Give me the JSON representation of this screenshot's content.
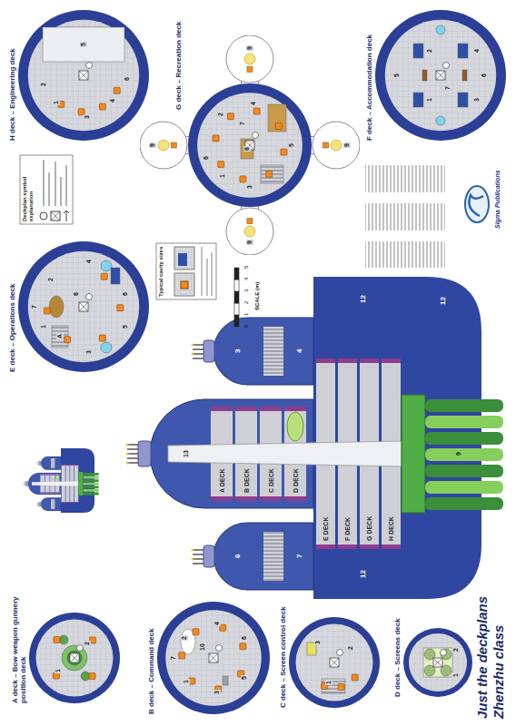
{
  "diagram": {
    "title": "Just the deckplans Zhenzhu class",
    "nodes": [
      {
        "text": [
          "A deck – Bow weapon gunnery position deck"
        ]
      },
      {
        "text": [
          "B deck – Command deck"
        ]
      },
      {
        "text": [
          "C deck – Screen control deck"
        ]
      },
      {
        "text": [
          "D deck – Screens deck"
        ]
      },
      {
        "text": [
          "A DECK"
        ]
      },
      {
        "text": [
          "B DECK"
        ]
      },
      {
        "text": [
          "C DECK"
        ]
      },
      {
        "text": [
          "D DECK"
        ]
      },
      {
        "text": [
          "E DECK"
        ]
      },
      {
        "text": [
          "F DECK"
        ]
      },
      {
        "text": [
          "G DECK"
        ]
      },
      {
        "text": [
          "H DECK"
        ]
      },
      {
        "text": [
          "E deck – Operations deck"
        ]
      },
      {
        "text": [
          "Typical cavity sizes"
        ]
      },
      {
        "text": [
          "Deckplan symbol explanation"
        ]
      },
      {
        "text": [
          "H deck – Engineering deck"
        ]
      },
      {
        "text": [
          "G deck – Recreation deck"
        ]
      },
      {
        "text": [
          "F deck – Accommodation deck"
        ]
      }
    ],
    "labels": [
      "1",
      "2",
      "1",
      "2",
      "3",
      "4",
      "5",
      "6",
      "7",
      "10",
      "1",
      "2",
      "3",
      "1",
      "2",
      "1",
      "2",
      "3",
      "4",
      "5",
      "6",
      "7",
      "8",
      "A",
      "1",
      "2",
      "3",
      "4",
      "5",
      "6",
      "7",
      "8",
      "9",
      "9",
      "9",
      "9",
      "1",
      "2",
      "3",
      "4",
      "5",
      "6",
      "1",
      "2",
      "3",
      "4",
      "5",
      "6",
      "7",
      "3",
      "4",
      "6",
      "7",
      "12",
      "12",
      "12",
      "13",
      "9",
      "0",
      "1",
      "2",
      "3",
      "4",
      "5",
      "SCALE (m)",
      "Sigma Publications"
    ]
  }
}
